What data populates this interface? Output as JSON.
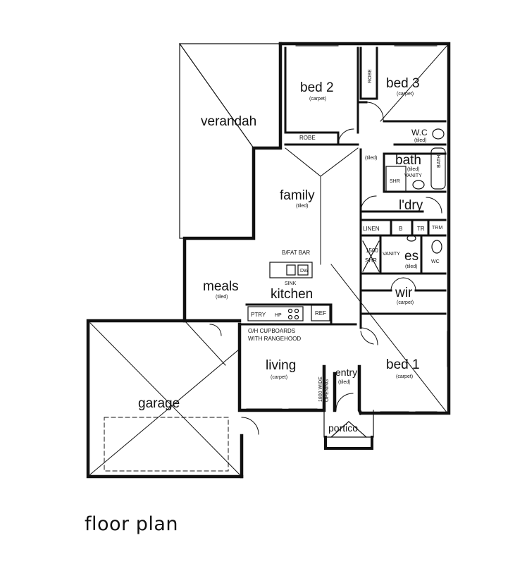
{
  "title": "floor plan",
  "rooms": {
    "verandah": "verandah",
    "bed2": "bed 2",
    "bed2_finish": "(carpet)",
    "bed3": "bed 3",
    "bed3_finish": "(carpet)",
    "robe_vertical": "ROBE",
    "robe_horizontal": "ROBE",
    "wc": "W.C",
    "wc_finish": "(tiled)",
    "bath": "bath",
    "bath_finish": "(tiled)",
    "vanity_bath": "VANITY",
    "bath_tub": "BATH",
    "shower_bath": "SHR",
    "hall_finish": "(tiled)",
    "family": "family",
    "family_finish": "(tiled)",
    "laundry": "l'dry",
    "linen": "LINEN",
    "b": "B",
    "tr": "TR",
    "trm": "TRM",
    "shower_es": "SHR",
    "shower_es_size": "1500",
    "vanity_es": "VANITY",
    "ensuite": "es",
    "ensuite_finish": "(tiled)",
    "wc_es": "WC",
    "bfat_bar": "B/FAT BAR",
    "dw": "DW",
    "sink": "SINK",
    "meals": "meals",
    "meals_finish": "(tiled)",
    "kitchen": "kitchen",
    "wir": "wir",
    "wir_finish": "(carpet)",
    "ptry": "PTRY",
    "hp": "HP",
    "ref": "REF",
    "cupboards": "O/H CUPBOARDS",
    "rangehood": "WITH RANGEHOOD",
    "living": "living",
    "living_finish": "(carpet)",
    "opening": "1800 WIDE",
    "opening2": "OPENING",
    "entry": "entry",
    "entry_finish": "(tiled)",
    "bed1": "bed 1",
    "bed1_finish": "(carpet)",
    "garage": "garage",
    "portico": "portico"
  }
}
